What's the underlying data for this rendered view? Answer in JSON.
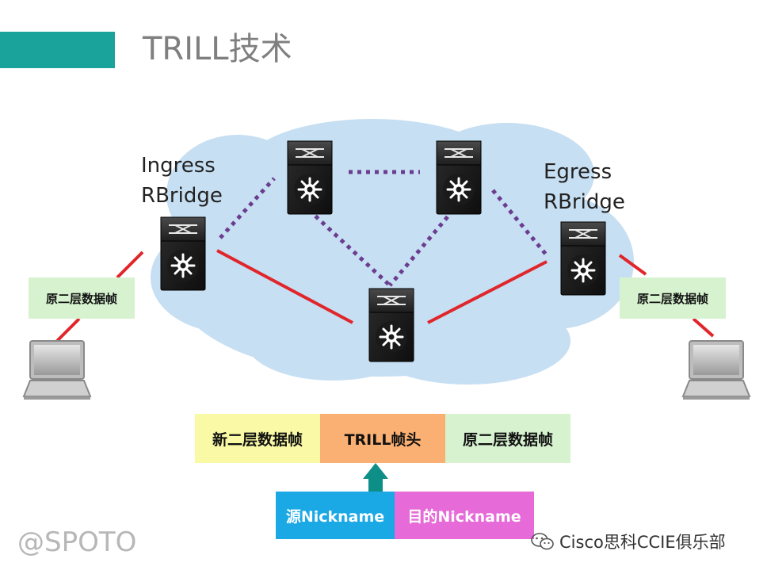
{
  "slide": {
    "title": "TRILL技术",
    "accent_color": "#1aa39a"
  },
  "diagram": {
    "ingress_label_line1": "Ingress",
    "ingress_label_line2": "RBridge",
    "egress_label_line1": "Egress",
    "egress_label_line2": "RBridge",
    "left_frame_label": "原二层数据帧",
    "right_frame_label": "原二层数据帧",
    "link_colors": {
      "active": "#e0262b",
      "standby": "#6b3d8f"
    },
    "cloud_color": "#c7dff2",
    "switch_icon": "nexus-switch-icon",
    "host_icon": "laptop-icon"
  },
  "frame_structure": {
    "segments": [
      {
        "label": "新二层数据帧",
        "color": "#fafaa6"
      },
      {
        "label": "TRILL帧头",
        "color": "#fbb073"
      },
      {
        "label": "原二层数据帧",
        "color": "#d6f2cf"
      }
    ],
    "header_fields": [
      {
        "label": "源Nickname",
        "color": "#1ba9e6"
      },
      {
        "label": "目的Nickname",
        "color": "#e66ad8"
      }
    ],
    "arrow_color": "#0d8f88"
  },
  "footer": {
    "watermark": "@SPOTO",
    "credit": "Cisco思科CCIE俱乐部"
  }
}
